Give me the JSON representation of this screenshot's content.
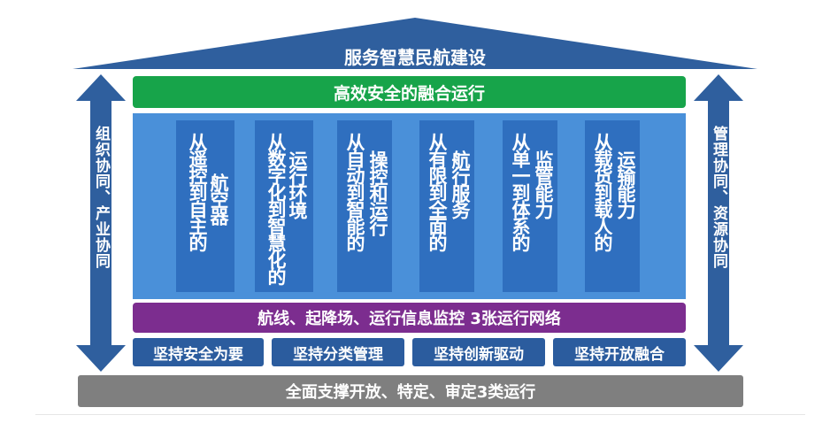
{
  "title": "服务智慧民航建设",
  "top_bar": "高效安全的融合运行",
  "columns": [
    {
      "main": "从遥控到自主的",
      "sub": "航空器"
    },
    {
      "main": "从数字化到智慧化的",
      "sub": "运行环境"
    },
    {
      "main": "从自动到智能的",
      "sub": "操控和运行"
    },
    {
      "main": "从有限到全面的",
      "sub": "航行服务"
    },
    {
      "main": "从单一到体系的",
      "sub": "监管能力"
    },
    {
      "main": "从载货到载人的",
      "sub": "运输能力"
    }
  ],
  "network_bar": "航线、起降场、运行信息监控 3张运行网络",
  "principles": [
    "坚持安全为要",
    "坚持分类管理",
    "坚持创新驱动",
    "坚持开放融合"
  ],
  "foundation": "全面支撑开放、特定、审定3类运行",
  "left_arrow": "组织协同、产业协同",
  "right_arrow": "管理协同、资源协同",
  "colors": {
    "roof": "#2f5f9e",
    "top_bar": "#17a44a",
    "main_panel": "#4a90d9",
    "pillar": "#2f6fbf",
    "network_bar": "#7c2d8f",
    "principle_box": "#2b5c9e",
    "foundation": "#7f7f7f",
    "side_arrow": "#2f5f9e"
  }
}
